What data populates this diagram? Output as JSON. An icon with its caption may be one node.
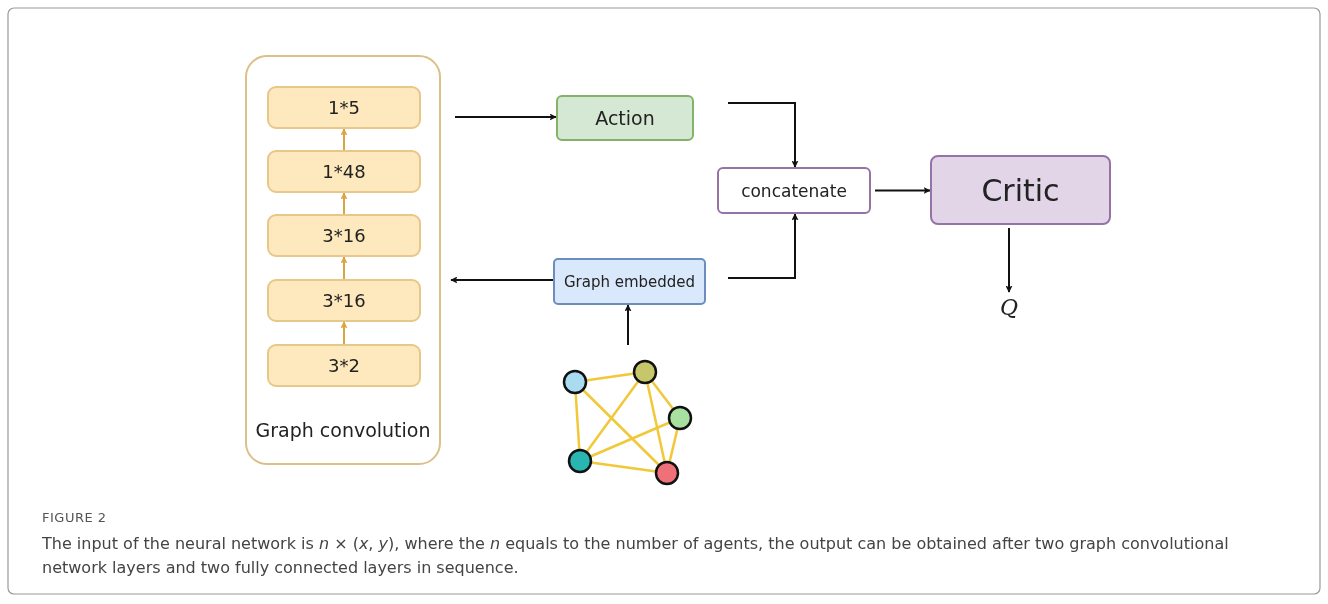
{
  "diagram": {
    "caption": "The input of the neural network is *n* × (*x*, *y*), where the *n* equals to the number of agents, the output can be obtained after two graph convolutional network layers and two fully connected layers in sequence.",
    "nodes": [
      {
        "text": [
          "Graph convolution"
        ]
      },
      {
        "text": [
          "1*5"
        ],
        "in": 0
      },
      {
        "text": [
          "1*48"
        ],
        "in": 0
      },
      {
        "text": [
          "3*16"
        ],
        "in": 0
      },
      {
        "text": [
          "3*16"
        ],
        "in": 0
      },
      {
        "text": [
          "3*2"
        ],
        "in": 0
      },
      {
        "text": [
          "Action"
        ]
      },
      {
        "text": [
          "concatenate"
        ]
      },
      {
        "text": [
          "Critic"
        ]
      },
      {
        "text": [
          "Graph embedded"
        ]
      },
      {
        "text": [],
        "shape": "picture"
      },
      {
        "text": [
          "Q"
        ]
      }
    ],
    "edges": [
      {
        "from": 2,
        "to": 1,
        "arrow": "to",
        "color": "#d9a441"
      },
      {
        "from": 3,
        "to": 2,
        "arrow": "to",
        "color": "#d9a441"
      },
      {
        "from": 4,
        "to": 3,
        "arrow": "to",
        "color": "#d9a441"
      },
      {
        "from": 5,
        "to": 4,
        "arrow": "to",
        "color": "#d9a441"
      },
      {
        "from": 0,
        "to": 6,
        "arrow": "to"
      },
      {
        "from": 6,
        "to": 7,
        "arrow": "to"
      },
      {
        "from": 9,
        "to": 7,
        "arrow": "to"
      },
      {
        "from": 7,
        "to": 8,
        "arrow": "to"
      },
      {
        "from": 9,
        "to": 0,
        "arrow": "to"
      },
      {
        "from": 10,
        "to": 9,
        "arrow": "to"
      },
      {
        "from": 8,
        "to": 11,
        "arrow": "to"
      }
    ],
    "labels": [
      "FIGURE 2"
    ]
  }
}
